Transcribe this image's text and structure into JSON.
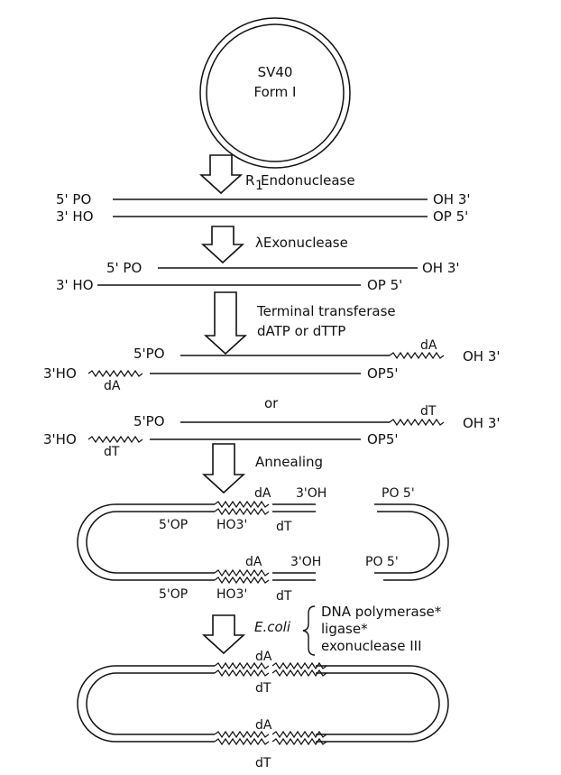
{
  "plasmid": {
    "line1": "SV40",
    "line2": "Form I"
  },
  "steps": {
    "s1": "R",
    "s1_sub": "1",
    "s1_rest": " Endonuclease",
    "s2": "λExonuclease",
    "s3a": "Terminal transferase",
    "s3b": "dATP or dTTP",
    "or": "or",
    "s4": "Annealing",
    "s5_org": "E.coli",
    "s5_a": "DNA polymerase*",
    "s5_b": "ligase*",
    "s5_c": "exonuclease III"
  },
  "ends": {
    "p5": "5' PO",
    "h3": "3' HO",
    "oh3": "OH 3'",
    "op5": "OP 5'",
    "p5b": "5'PO",
    "h3b": "3'HO",
    "op5b": "OP5'",
    "oh3b": "OH 3'",
    "dA": "dA",
    "dT": "dT",
    "oh3c": "3'OH",
    "po5": "PO 5'",
    "op5c": "5'OP",
    "ho3": "HO3'"
  }
}
